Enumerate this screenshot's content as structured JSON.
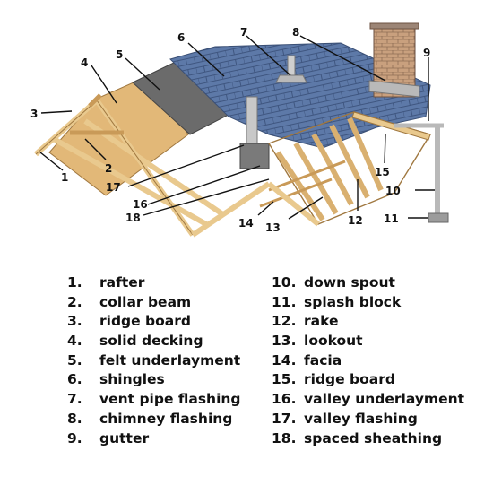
{
  "callouts": [
    "1",
    "2",
    "3",
    "4",
    "5",
    "6",
    "7",
    "8",
    "9",
    "10",
    "11",
    "12",
    "13",
    "14",
    "15",
    "16",
    "17",
    "18"
  ],
  "legend_left": [
    {
      "num": "1.",
      "label": "rafter"
    },
    {
      "num": "2.",
      "label": "collar beam"
    },
    {
      "num": "3.",
      "label": "ridge board"
    },
    {
      "num": "4.",
      "label": "solid decking"
    },
    {
      "num": "5.",
      "label": "felt underlayment"
    },
    {
      "num": "6.",
      "label": "shingles"
    },
    {
      "num": "7.",
      "label": "vent pipe flashing"
    },
    {
      "num": "8.",
      "label": "chimney flashing"
    },
    {
      "num": "9.",
      "label": "gutter"
    }
  ],
  "legend_right": [
    {
      "num": "10.",
      "label": "down spout"
    },
    {
      "num": "11.",
      "label": "splash block"
    },
    {
      "num": "12.",
      "label": "rake"
    },
    {
      "num": "13.",
      "label": "lookout"
    },
    {
      "num": "14.",
      "label": "facia"
    },
    {
      "num": "15.",
      "label": "ridge board"
    },
    {
      "num": "16.",
      "label": "valley underlayment"
    },
    {
      "num": "17.",
      "label": "valley flashing"
    },
    {
      "num": "18.",
      "label": "spaced sheathing"
    }
  ],
  "colors": {
    "shingle": "#5d79a8",
    "felt": "#6b6b6b",
    "wood": "#e9c98e",
    "decking": "#e2b878",
    "chimney_brick": "#c9a07e",
    "metal": "#b9b9b9"
  }
}
